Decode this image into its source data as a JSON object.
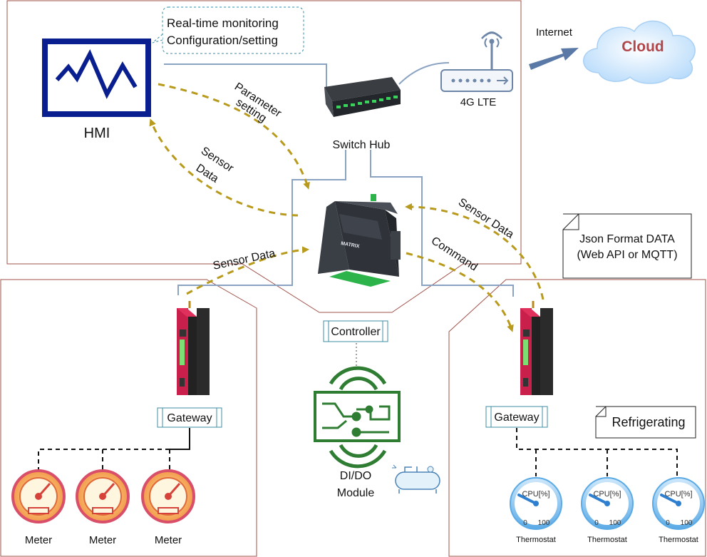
{
  "hmi": {
    "label": "HMI",
    "callout_line1": "Real-time monitoring",
    "callout_line2": "Configuration/setting"
  },
  "network": {
    "router_label": "4G LTE",
    "internet_label": "Internet",
    "cloud_label": "Cloud",
    "switch_label": "Switch Hub"
  },
  "flows": {
    "param_line1": "Parameter",
    "param_line2": "setting",
    "sensor_hmi_line1": "Sensor",
    "sensor_hmi_line2": "Data",
    "sensor_left": "Sensor Data",
    "sensor_right": "Sensor Data",
    "command": "Command"
  },
  "json_note": {
    "line1": "Json Format DATA",
    "line2": "(Web API or MQTT)"
  },
  "controller": {
    "label": "Controller",
    "dido_line1": "DI/DO",
    "dido_line2": "Module",
    "device_brand": "MATRIX"
  },
  "left_site": {
    "gateway_label": "Gateway",
    "meters": [
      "Meter",
      "Meter",
      "Meter"
    ]
  },
  "right_site": {
    "gateway_label": "Gateway",
    "note": "Refrigerating",
    "gauge_title": "CPU[%]",
    "gauge_min": "0",
    "gauge_max": "100",
    "thermostats": [
      "Thermostat",
      "Thermostat",
      "Thermostat"
    ]
  },
  "colors": {
    "accent_blue": "#0a1f8f",
    "dashed_gold": "#b89a1c",
    "wire_blue": "#8aa3c2",
    "gateway_red": "#c8204a",
    "board_green": "#2e7d32",
    "cloud_text": "#b0474b",
    "border_red": "#a0524a"
  }
}
